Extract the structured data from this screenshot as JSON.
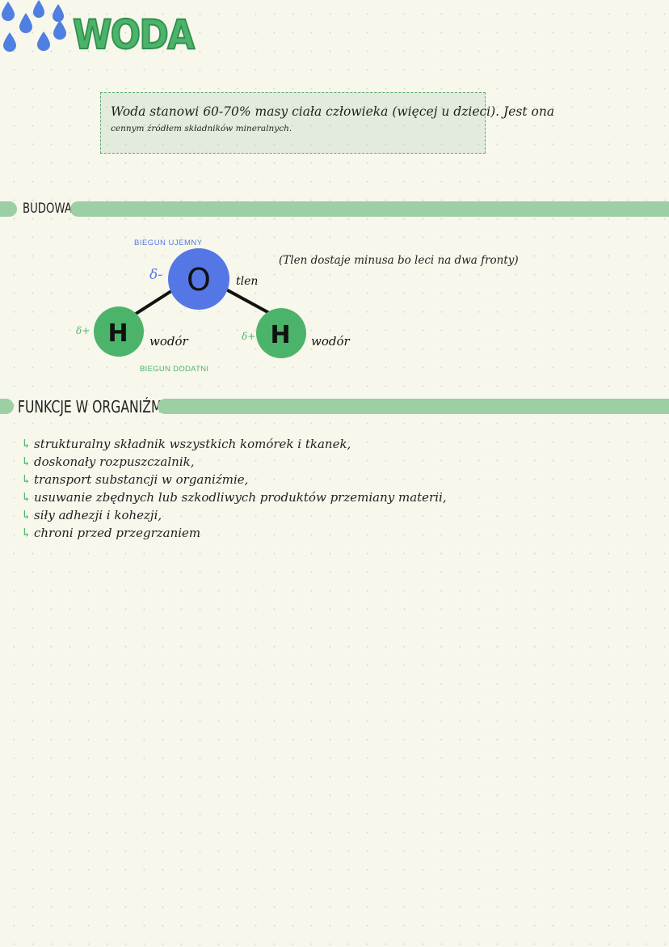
{
  "header": {
    "title": "WODA",
    "title_color": "#4cb46a",
    "drop_color": "#4f7fe0",
    "drop_icon": "water-drop-icon"
  },
  "intro": {
    "line1": "Woda stanowi 60-70% masy ciała człowieka (więcej u dzieci). Jest ona",
    "line2": "cennym źródłem składników mineralnych."
  },
  "sections": {
    "budowa": "BUDOWA",
    "funkcje": "FUNKCJE W ORGANIŹMIE",
    "bar_color": "#9dcfa4"
  },
  "molecule": {
    "negative_pole": "BIEGUN UJEMNY",
    "positive_pole": "BIEGUN DODATNI",
    "delta_minus": "δ-",
    "delta_plus": "δ+",
    "oxygen_symbol": "O",
    "oxygen_name": "tlen",
    "hydrogen_symbol": "H",
    "hydrogen_name": "wodór",
    "oxygen_color": "#5577e6",
    "hydrogen_color": "#4cb46a",
    "note": "(Tlen dostaje minusa bo leci na dwa fronty)"
  },
  "functions": {
    "arrow_icon": "arrow-turn-right-icon",
    "items": [
      "strukturalny składnik wszystkich komórek i tkanek,",
      "doskonały rozpuszczalnik,",
      "transport substancji w organiźmie,",
      "usuwanie zbędnych lub szkodliwych produktów przemiany materii,",
      "siły adhezji i kohezji,",
      "chroni przed przegrzaniem"
    ]
  }
}
